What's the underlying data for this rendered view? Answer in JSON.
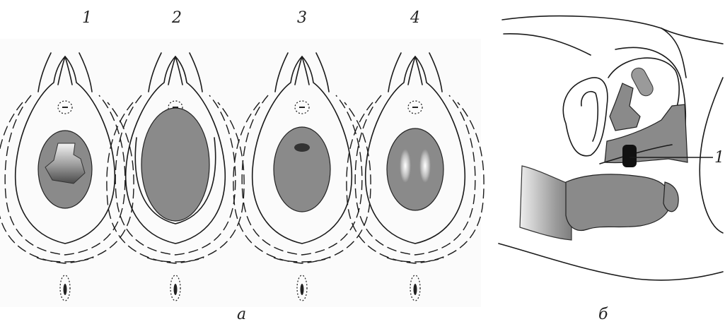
{
  "panel_a": {
    "stage_labels": [
      "1",
      "2",
      "3",
      "4"
    ],
    "caption": "а"
  },
  "panel_b": {
    "pointer_label": "1",
    "caption": "б"
  }
}
